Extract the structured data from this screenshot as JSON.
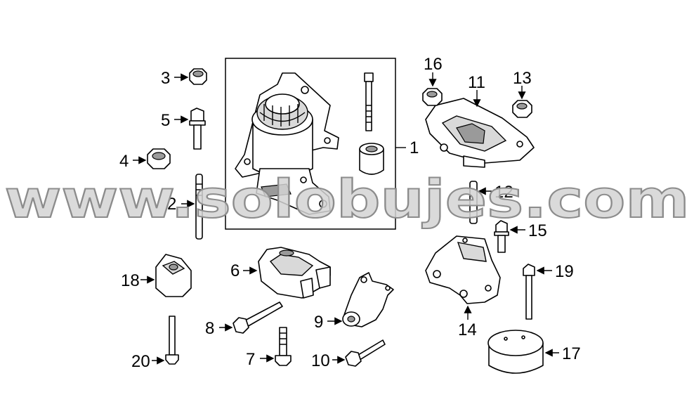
{
  "diagram": {
    "labels": [
      "1",
      "2",
      "3",
      "4",
      "5",
      "6",
      "7",
      "8",
      "9",
      "10",
      "11",
      "12",
      "13",
      "14",
      "15",
      "16",
      "17",
      "18",
      "19",
      "20"
    ]
  },
  "watermark": {
    "text": "www.solobujes.com"
  }
}
